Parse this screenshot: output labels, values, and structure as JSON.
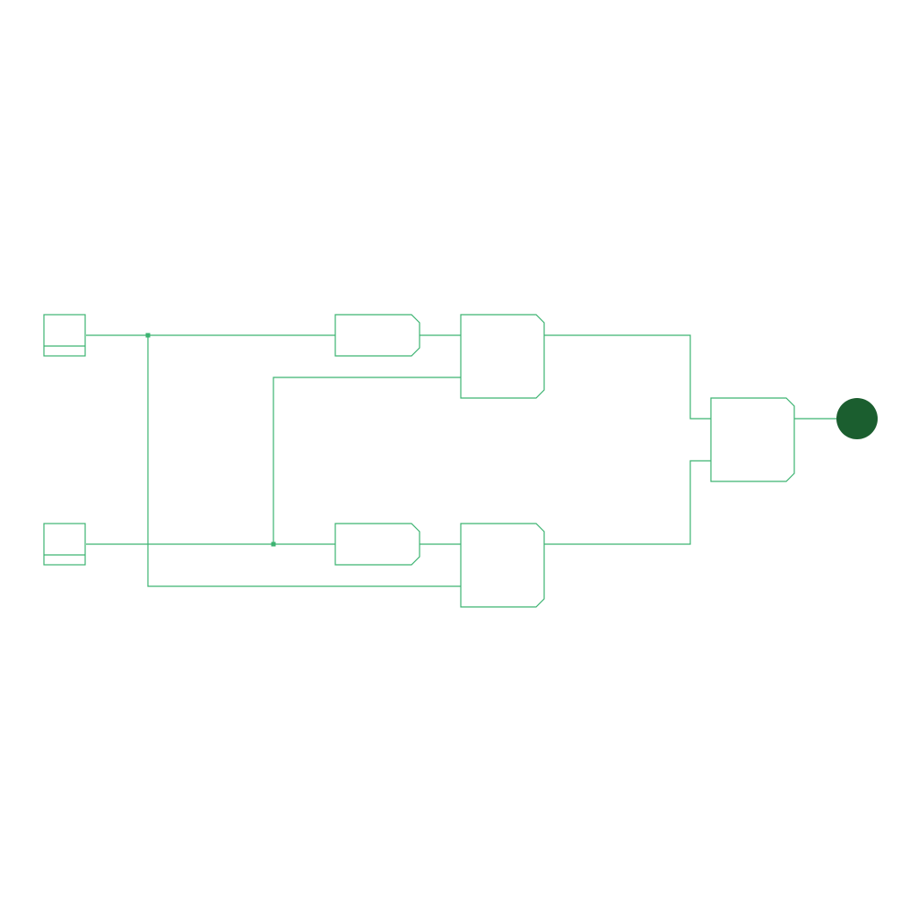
{
  "colors": {
    "background": "#ffffff",
    "line": "#3cb371",
    "output_led": "#1b5e2f"
  },
  "components": {
    "inputs": [
      {
        "id": "input-a",
        "type": "input-pin"
      },
      {
        "id": "input-b",
        "type": "input-pin"
      }
    ],
    "gates": [
      {
        "id": "not-gate-a",
        "type": "not"
      },
      {
        "id": "not-gate-b",
        "type": "not"
      },
      {
        "id": "and-gate-top",
        "type": "and",
        "inputs": 2
      },
      {
        "id": "and-gate-bottom",
        "type": "and",
        "inputs": 2
      },
      {
        "id": "or-gate-output",
        "type": "or",
        "inputs": 2
      }
    ],
    "outputs": [
      {
        "id": "output-led",
        "type": "output-lamp",
        "state": "on"
      }
    ]
  }
}
